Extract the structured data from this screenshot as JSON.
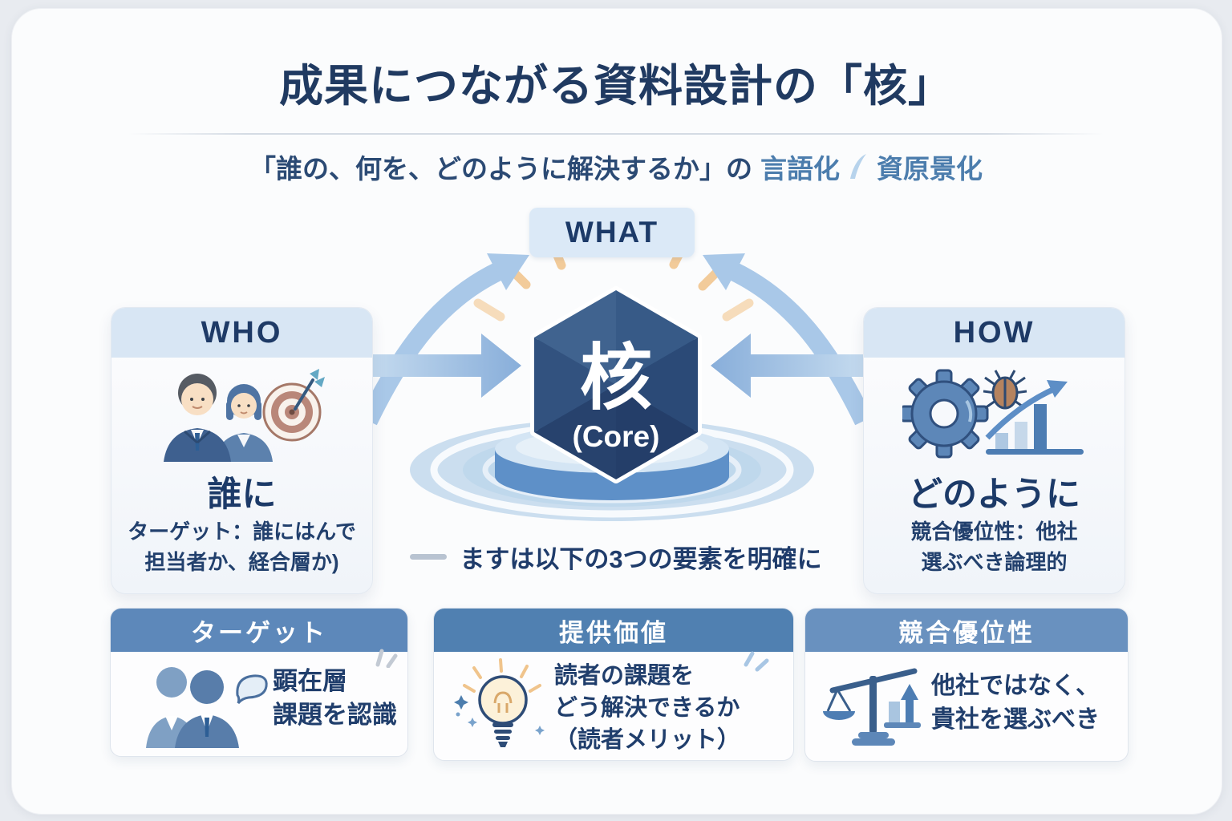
{
  "header": {
    "title": "成果につながる資料設計の「核」",
    "subtitle_main": "「誰の、何を、どのように解決するか」の",
    "subtitle_accent1": "言語化",
    "subtitle_accent2": "資原景化",
    "subtitle_separator_icon": "pen-stroke-icon"
  },
  "center": {
    "what_label": "WHAT",
    "core_kanji": "核",
    "core_sub": "(Core)",
    "note": "ますは以下の3つの要素を明確に",
    "diagram_icons": [
      "arrow-left-icon",
      "arrow-right-icon",
      "curved-arrow-left-icon",
      "curved-arrow-right-icon",
      "sun-rays-icon",
      "pedestal-icon",
      "ripple-icon",
      "hexagon-core-icon"
    ]
  },
  "who": {
    "label": "WHO",
    "heading": "誰に",
    "desc_line1": "ターゲット：誰にはんで",
    "desc_line2": "担当者か、経合層か)",
    "icon": "business-people-target-icon"
  },
  "how": {
    "label": "HOW",
    "heading": "どのように",
    "desc_line1": "競合優位性：他社",
    "desc_line2": "選ぶべき論理的",
    "icon": "gear-bug-growth-icon"
  },
  "cards": [
    {
      "title": "ターゲット",
      "line1": "顕在層",
      "line2": "課題を認識",
      "icon": "audience-speech-icon"
    },
    {
      "title": "提供価値",
      "line1": "読者の課題を",
      "line2": "どう解決できるか",
      "line3": "（読者メリット）",
      "icon": "lightbulb-icon"
    },
    {
      "title": "競合優位性",
      "line1": "他社ではなく、",
      "line2": "貴社を選ぶべき",
      "icon": "balance-scale-icon"
    }
  ],
  "colors": {
    "navy_text": "#203a61",
    "accent_blue": "#4c7dad",
    "light_band": "#d8e6f4",
    "header_band_blue": "#5784b6",
    "arrow_blue": "#a9c8e8",
    "hexagon_navy": "#2c4a76",
    "ray_orange": "#f2c690",
    "pedestal_blue": "#5e90c8"
  }
}
